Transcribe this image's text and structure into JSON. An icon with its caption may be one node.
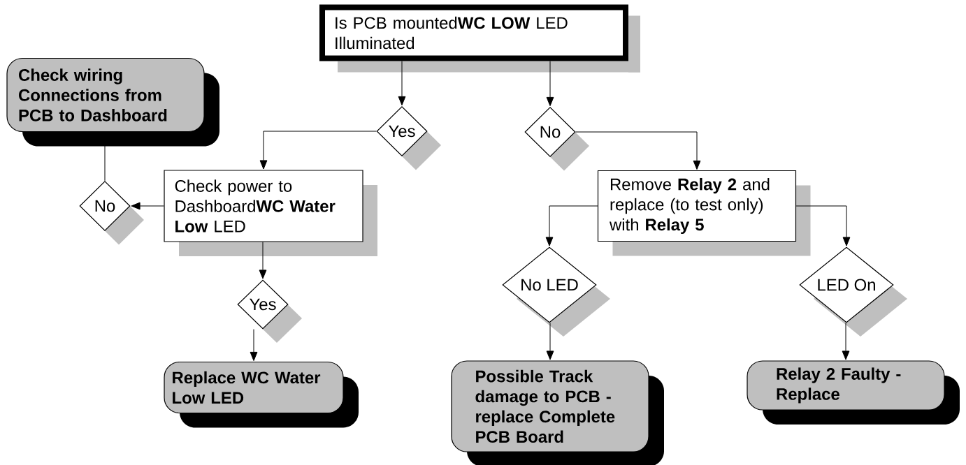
{
  "diagram": {
    "nodes": [
      {
        "text": [
          "Is PCB mounted**WC LOW** LED Illuminated"
        ]
      },
      {
        "text": [
          "Check wiring Connections from PCB to Dashboard"
        ]
      },
      {
        "text": [
          "Yes"
        ]
      },
      {
        "text": [
          "No"
        ]
      },
      {
        "text": [
          "No"
        ]
      },
      {
        "text": [
          "Check power to Dashboard**WC Water Low** LED"
        ]
      },
      {
        "text": [
          "Remove **Relay 2** and replace (to test only) with **Relay 5**"
        ]
      },
      {
        "text": [
          "Yes"
        ]
      },
      {
        "text": [
          "No LED"
        ]
      },
      {
        "text": [
          "LED On"
        ]
      },
      {
        "text": [
          "Replace WC Water Low LED"
        ]
      },
      {
        "text": [
          "Possible Track damage to PCB - replace Complete PCB Board"
        ]
      },
      {
        "text": [
          "Relay 2 Faulty - Replace"
        ]
      }
    ],
    "edges": [
      {
        "from": 0,
        "to": 2,
        "arrow": "to"
      },
      {
        "from": 0,
        "to": 3,
        "arrow": "to"
      },
      {
        "from": 2,
        "to": 5,
        "arrow": "to"
      },
      {
        "from": 3,
        "to": 6,
        "arrow": "to"
      },
      {
        "from": 5,
        "to": 4,
        "arrow": "to"
      },
      {
        "from": 4,
        "to": 1,
        "arrow": "none"
      },
      {
        "from": 5,
        "to": 7,
        "arrow": "to"
      },
      {
        "from": 6,
        "to": 8,
        "arrow": "to"
      },
      {
        "from": 6,
        "to": 9,
        "arrow": "to"
      },
      {
        "from": 7,
        "to": 10,
        "arrow": "to"
      },
      {
        "from": 8,
        "to": 11,
        "arrow": "to"
      },
      {
        "from": 9,
        "to": 12,
        "arrow": "to"
      }
    ]
  }
}
